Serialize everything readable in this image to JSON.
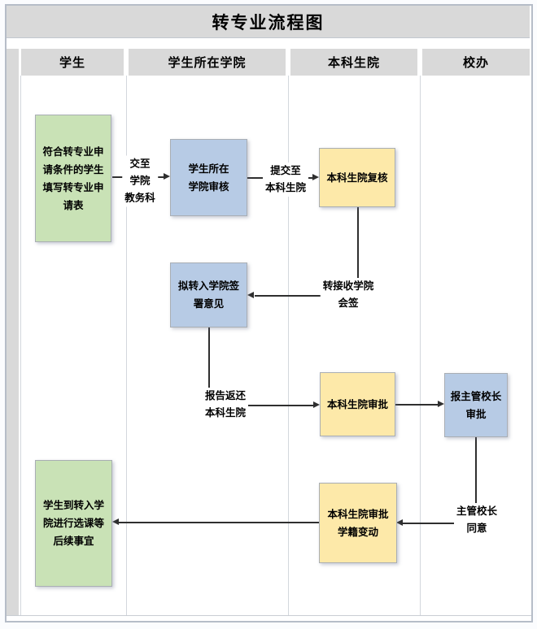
{
  "title": "转专业流程图",
  "lanes": [
    {
      "label": "学生"
    },
    {
      "label": "学生所在学院"
    },
    {
      "label": "本科生院"
    },
    {
      "label": "校办"
    }
  ],
  "nodes": {
    "student_apply": {
      "label": "符合转专业申\n请条件的学生\n填写转专业申\n请表",
      "type": "start"
    },
    "college_review": {
      "label": "学生所在\n学院审核",
      "type": "process"
    },
    "ug_recheck": {
      "label": "本科生院复核",
      "type": "process"
    },
    "target_college_sign": {
      "label": "拟转入学院签\n署意见",
      "type": "process"
    },
    "ug_approve": {
      "label": "本科生院审批",
      "type": "process"
    },
    "vp_approve": {
      "label": "报主管校长\n审批",
      "type": "process"
    },
    "status_change": {
      "label": "本科生院审批\n学籍变动",
      "type": "process"
    },
    "student_followup": {
      "label": "学生到转入学\n院进行选课等\n后续事宜",
      "type": "end"
    }
  },
  "edge_labels": {
    "to_college_office": "交至\n学院\n教务科",
    "submit_to_ug_school": "提交至\n本科生院",
    "target_college_countersign": "转接收学院\n会签",
    "report_back": "报告返还\n本科生院",
    "vp_agree": "主管校长\n同意"
  },
  "colors": {
    "header_fill": "#d9d9d9",
    "green_fill": "#c9e2b6",
    "blue_fill": "#b7cbe5",
    "yellow_fill": "#fde9a9",
    "connector": "#2f2f2f"
  }
}
